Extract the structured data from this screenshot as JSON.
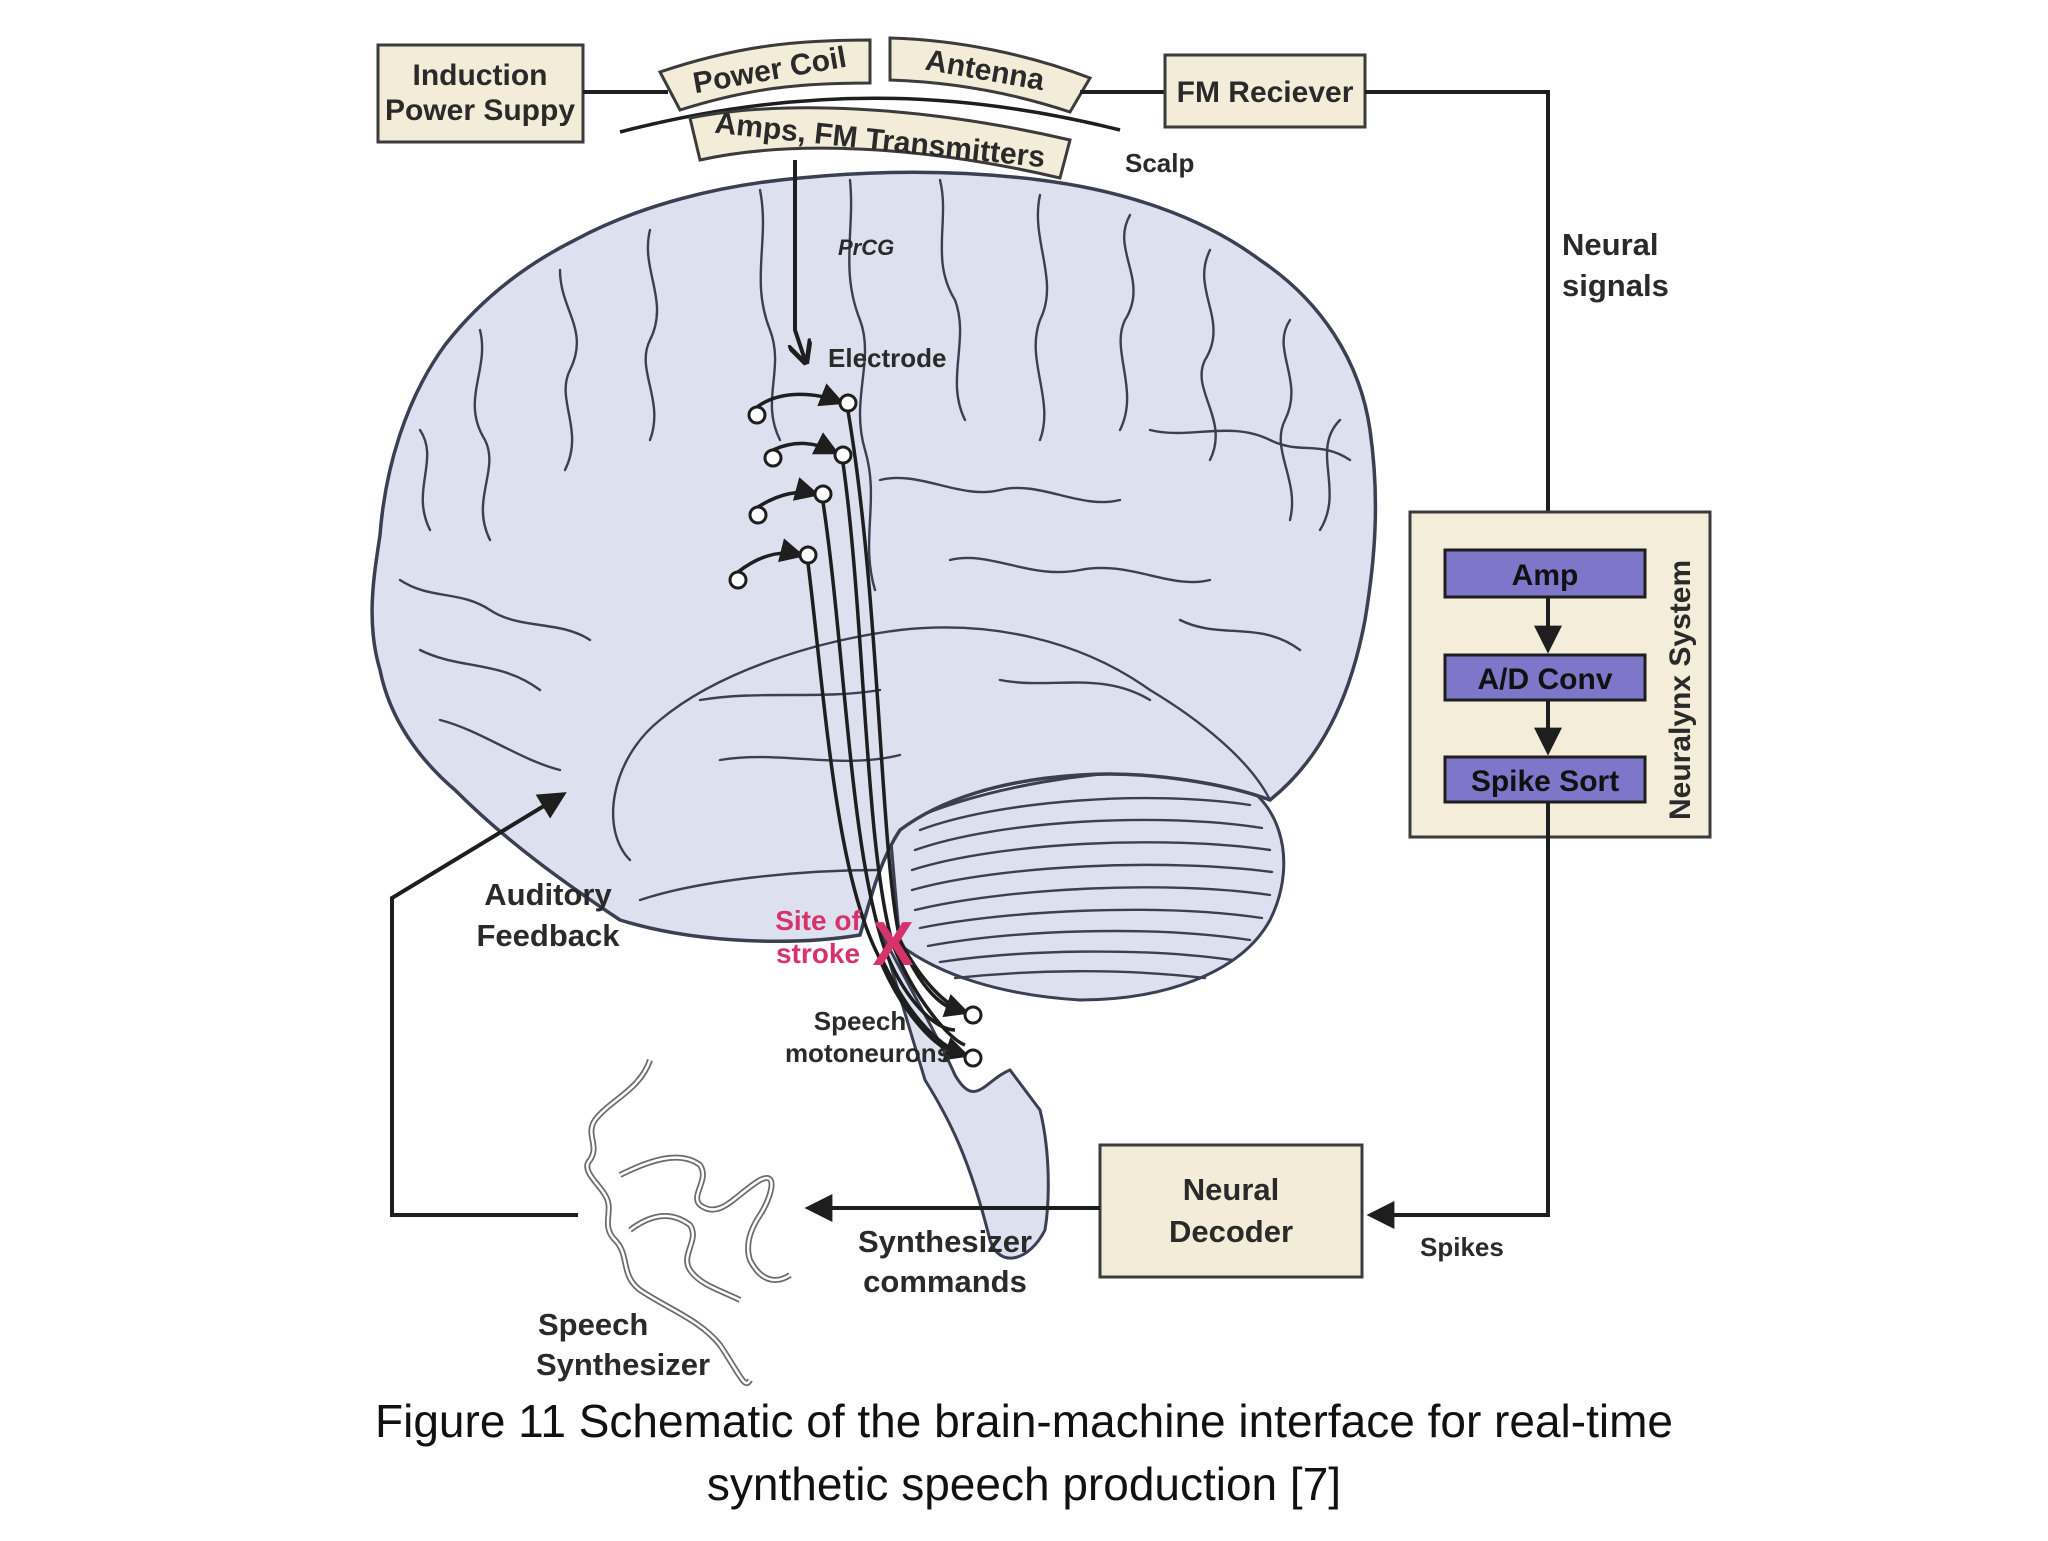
{
  "figure": {
    "boxes": {
      "induction_power_supply": [
        "Induction",
        "Power Suppy"
      ],
      "power_coil": "Power Coil",
      "antenna": "Antenna",
      "amps_fm_transmitters": "Amps, FM Transmitters",
      "fm_receiver": "FM Reciever",
      "neural_decoder": [
        "Neural",
        "Decoder"
      ]
    },
    "neuralynx": {
      "title": "Neuralynx System",
      "stages": [
        "Amp",
        "A/D Conv",
        "Spike Sort"
      ]
    },
    "labels": {
      "scalp": "Scalp",
      "prcg": "PrCG",
      "electrode": "Electrode",
      "neural_signals": [
        "Neural",
        "signals"
      ],
      "auditory_feedback": [
        "Auditory",
        "Feedback"
      ],
      "site_of_stroke": [
        "Site of",
        "stroke"
      ],
      "speech_motoneurons": [
        "Speech",
        "motoneurons"
      ],
      "spikes": "Spikes",
      "synthesizer_commands": [
        "Synthesizer",
        "commands"
      ],
      "speech_synthesizer": [
        "Speech",
        "Synthesizer"
      ]
    },
    "stroke_mark": "X",
    "colors": {
      "box_fill": "#f2ecd8",
      "box_stroke": "#3b3b3b",
      "neuralynx_fill": "#f3edd9",
      "purple_fill": "#7e76c9",
      "brain_fill": "#dde0ee",
      "stroke_red": "#d6336c"
    }
  },
  "caption": {
    "line1": "Figure 11  Schematic of the brain-machine interface for real-time",
    "line2": "synthetic speech production [7]"
  }
}
